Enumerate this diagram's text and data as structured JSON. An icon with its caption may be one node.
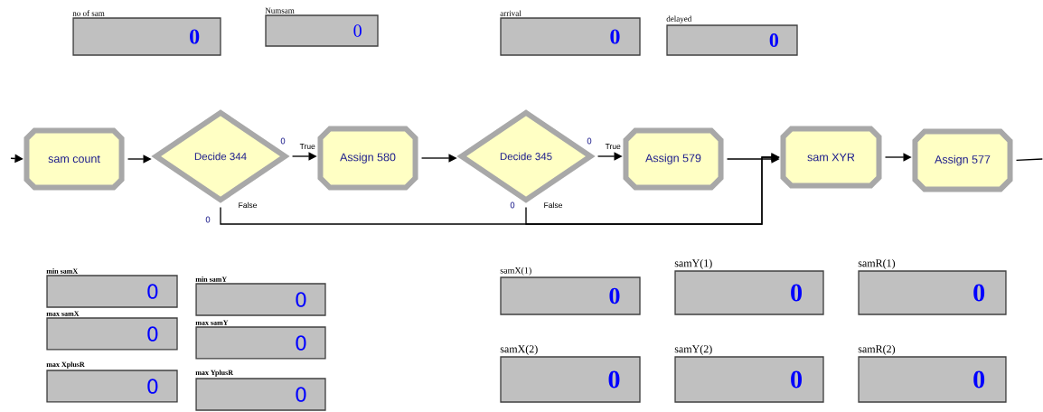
{
  "diagram": {
    "nodes": [
      {
        "text": [
          "no of sam",
          "0"
        ]
      },
      {
        "text": [
          "Numsam",
          "0"
        ]
      },
      {
        "text": [
          "arrival",
          "0"
        ]
      },
      {
        "text": [
          "delayed",
          "0"
        ]
      },
      {
        "text": [
          "sam count"
        ]
      },
      {
        "text": [
          "Decide 344"
        ],
        "beside": [
          "0",
          "0"
        ]
      },
      {
        "text": [
          "Assign 580"
        ]
      },
      {
        "text": [
          "Decide 345"
        ],
        "beside": [
          "0",
          "0"
        ]
      },
      {
        "text": [
          "Assign 579"
        ]
      },
      {
        "text": [
          "sam XYR"
        ]
      },
      {
        "text": [
          "Assign 577"
        ]
      },
      {
        "text": [
          "min samX",
          "0"
        ]
      },
      {
        "text": [
          "min samY",
          "0"
        ]
      },
      {
        "text": [
          "max samX",
          "0"
        ]
      },
      {
        "text": [
          "max samY",
          "0"
        ]
      },
      {
        "text": [
          "max XplusR",
          "0"
        ]
      },
      {
        "text": [
          "max YplusR",
          "0"
        ]
      },
      {
        "text": [
          "samX(1)",
          "0"
        ]
      },
      {
        "text": [
          "samY(1)",
          "0"
        ]
      },
      {
        "text": [
          "samR(1)",
          "0"
        ]
      },
      {
        "text": [
          "samX(2)",
          "0"
        ]
      },
      {
        "text": [
          "samY(2)",
          "0"
        ]
      },
      {
        "text": [
          "samR(2)",
          "0"
        ]
      }
    ],
    "edges": [
      {
        "from": null,
        "to": 4,
        "arrow": "to"
      },
      {
        "from": 4,
        "to": 5,
        "arrow": "to"
      },
      {
        "from": 5,
        "to": 6,
        "arrow": "to",
        "label": "True"
      },
      {
        "from": 5,
        "to": 9,
        "arrow": "to",
        "label": "False"
      },
      {
        "from": 6,
        "to": 7,
        "arrow": "to"
      },
      {
        "from": 7,
        "to": 8,
        "arrow": "to",
        "label": "True"
      },
      {
        "from": 7,
        "to": 9,
        "arrow": "to",
        "label": "False"
      },
      {
        "from": 8,
        "to": 9,
        "arrow": "to"
      },
      {
        "from": 9,
        "to": 10,
        "arrow": "to"
      },
      {
        "from": 10,
        "to": null,
        "arrow": "none"
      }
    ]
  }
}
